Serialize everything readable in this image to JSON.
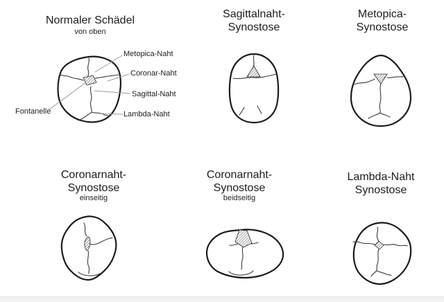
{
  "panels": {
    "normal": {
      "title": "Normaler Schädel",
      "subtitle": "von oben",
      "labels": {
        "metopic": "Metopica-Naht",
        "coronal": "Coronar-Naht",
        "sagittal": "Sagittal-Naht",
        "lambda": "Lambda-Naht",
        "fontanelle": "Fontanelle"
      }
    },
    "sagittal": {
      "title_line1": "Sagittalnaht-",
      "title_line2": "Synostose"
    },
    "metopic": {
      "title_line1": "Metopica-",
      "title_line2": "Synostose"
    },
    "coronal_unilateral": {
      "title_line1": "Coronarnaht-",
      "title_line2": "Synostose",
      "subtitle": "einseitig"
    },
    "coronal_bilateral": {
      "title_line1": "Coronarnaht-",
      "title_line2": "Synostose",
      "subtitle": "beidseitig"
    },
    "lambda": {
      "title_line1": "Lambda-Naht",
      "title_line2": "Synostose"
    }
  },
  "colors": {
    "background": "#ffffff",
    "outline": "#1c1c1c",
    "suture": "#3a3a3a",
    "leader_line": "#9a9a9a",
    "text": "#1c1c1c"
  }
}
